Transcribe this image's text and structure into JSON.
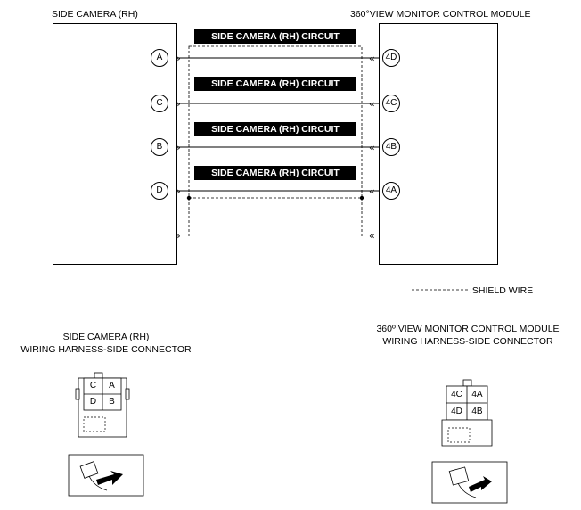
{
  "left_component": {
    "title": "SIDE CAMERA (RH)",
    "pins": [
      "A",
      "C",
      "B",
      "D"
    ]
  },
  "right_component": {
    "title": "360°VIEW MONITOR CONTROL MODULE",
    "pins": [
      "4D",
      "4C",
      "4B",
      "4A"
    ]
  },
  "circuits": [
    "SIDE CAMERA (RH) CIRCUIT",
    "SIDE CAMERA (RH) CIRCUIT",
    "SIDE CAMERA (RH) CIRCUIT",
    "SIDE CAMERA (RH) CIRCUIT"
  ],
  "legend": {
    "shield_wire": ":SHIELD WIRE"
  },
  "left_connector": {
    "title_line1": "SIDE CAMERA (RH)",
    "title_line2": "WIRING HARNESS-SIDE CONNECTOR",
    "cells": [
      "C",
      "A",
      "D",
      "B"
    ]
  },
  "right_connector": {
    "title_line1": "360º VIEW MONITOR CONTROL MODULE",
    "title_line2": "WIRING HARNESS-SIDE CONNECTOR",
    "cells": [
      "4C",
      "4A",
      "4D",
      "4B"
    ]
  }
}
